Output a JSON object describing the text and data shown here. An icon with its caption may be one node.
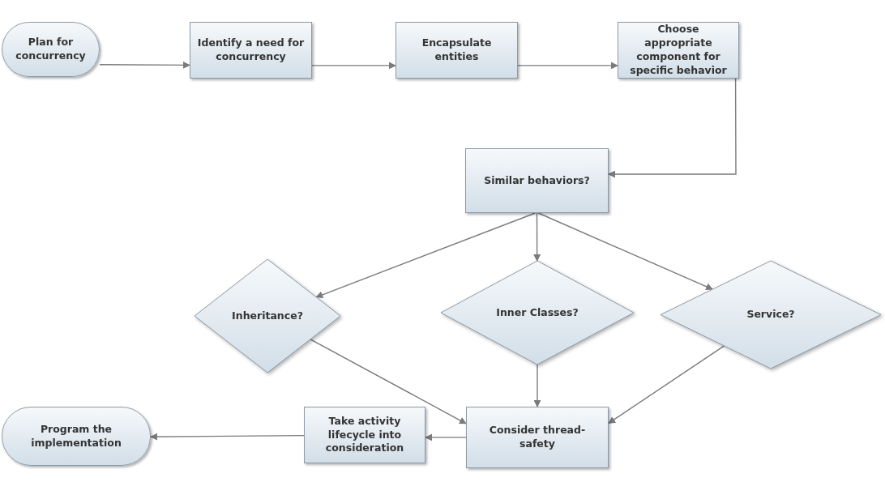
{
  "diagram": {
    "nodes": [
      {
        "text": [
          "Plan for concurrency"
        ]
      },
      {
        "text": [
          "Identify a need for concurrency"
        ]
      },
      {
        "text": [
          "Encapsulate entities"
        ]
      },
      {
        "text": [
          "Choose appropriate component for specific behavior"
        ]
      },
      {
        "text": [
          "Similar behaviors?"
        ]
      },
      {
        "text": [
          "Inheritance?"
        ]
      },
      {
        "text": [
          "Inner Classes?"
        ]
      },
      {
        "text": [
          "Service?"
        ]
      },
      {
        "text": [
          "Consider thread-safety"
        ]
      },
      {
        "text": [
          "Take activity lifecycle into consideration"
        ]
      },
      {
        "text": [
          "Program the implementation"
        ]
      }
    ],
    "edges": [
      {
        "from": 0,
        "to": 1,
        "arrow": "to"
      },
      {
        "from": 1,
        "to": 2,
        "arrow": "to"
      },
      {
        "from": 2,
        "to": 3,
        "arrow": "to"
      },
      {
        "from": 3,
        "to": 4,
        "arrow": "to"
      },
      {
        "from": 4,
        "to": 5,
        "arrow": "to"
      },
      {
        "from": 4,
        "to": 6,
        "arrow": "to"
      },
      {
        "from": 4,
        "to": 7,
        "arrow": "to"
      },
      {
        "from": 5,
        "to": 8,
        "arrow": "to"
      },
      {
        "from": 6,
        "to": 8,
        "arrow": "to"
      },
      {
        "from": 7,
        "to": 8,
        "arrow": "to"
      },
      {
        "from": 8,
        "to": 9,
        "arrow": "to"
      },
      {
        "from": 9,
        "to": 10,
        "arrow": "to"
      }
    ]
  }
}
